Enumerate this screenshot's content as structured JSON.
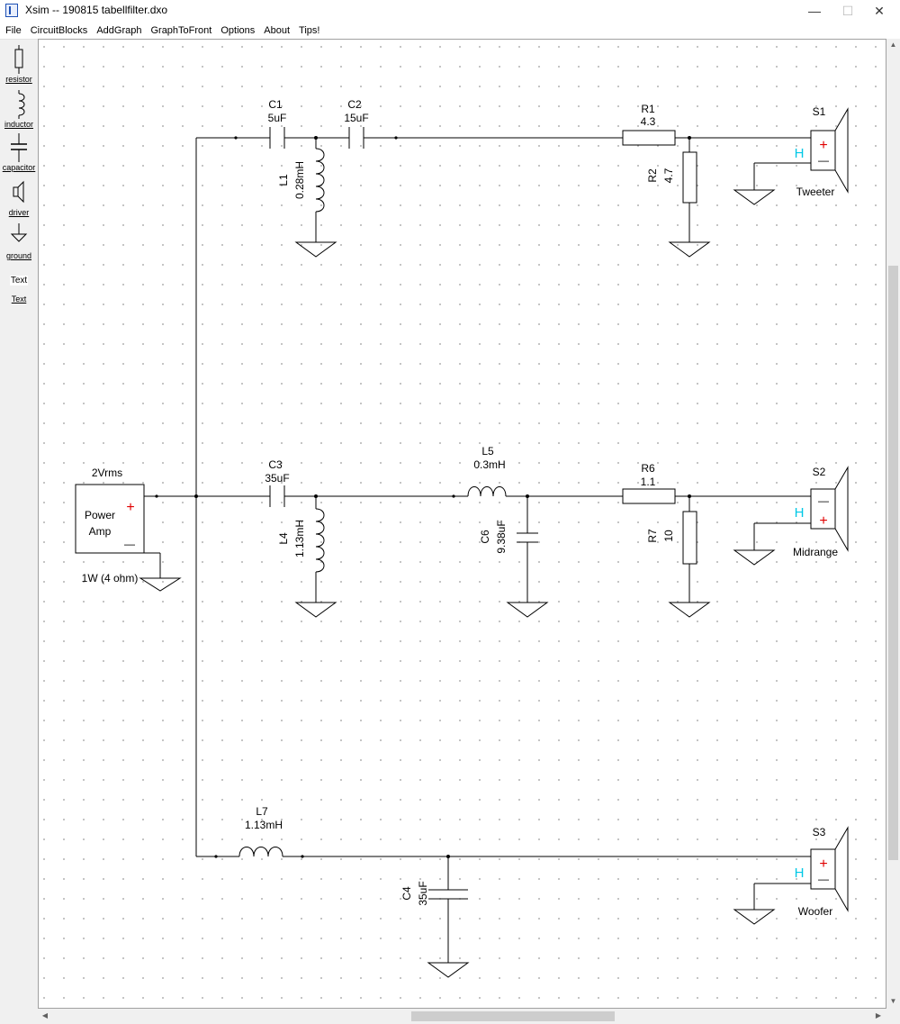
{
  "window": {
    "title": "Xsim -- 190815 tabellfilter.dxo"
  },
  "menu": [
    "File",
    "CircuitBlocks",
    "AddGraph",
    "GraphToFront",
    "Options",
    "About",
    "Tips!"
  ],
  "palette": {
    "resistor": "resistor",
    "inductor": "inductor",
    "capacitor": "capacitor",
    "driver": "driver",
    "ground": "ground",
    "text_sample": "Text",
    "text": "Text"
  },
  "source": {
    "voltage": "2Vrms",
    "line1": "Power",
    "line2": "Amp",
    "power": "1W (4 ohm)"
  },
  "components": {
    "C1": {
      "name": "C1",
      "value": "5uF"
    },
    "C2": {
      "name": "C2",
      "value": "15uF"
    },
    "R1": {
      "name": "R1",
      "value": "4.3"
    },
    "R2": {
      "name": "R2",
      "value": "4.7"
    },
    "L1": {
      "name": "L1",
      "value": "0.28mH"
    },
    "C3": {
      "name": "C3",
      "value": "35uF"
    },
    "L4": {
      "name": "L4",
      "value": "1.13mH"
    },
    "L5": {
      "name": "L5",
      "value": "0.3mH"
    },
    "C6": {
      "name": "C6",
      "value": "9.38uF"
    },
    "R6": {
      "name": "R6",
      "value": "1.1"
    },
    "R7": {
      "name": "R7",
      "value": "10"
    },
    "L7": {
      "name": "L7",
      "value": "1.13mH"
    },
    "C4": {
      "name": "C4",
      "value": "35uF"
    }
  },
  "drivers": {
    "S1": {
      "name": "S1",
      "label": "Tweeter",
      "polarity": "normal"
    },
    "S2": {
      "name": "S2",
      "label": "Midrange",
      "polarity": "inverted"
    },
    "S3": {
      "name": "S3",
      "label": "Woofer",
      "polarity": "normal"
    }
  },
  "symbols": {
    "plus": "+",
    "minus": "—",
    "hot": "H"
  },
  "colors": {
    "plus": "#e00000",
    "hot": "#00c8e6",
    "wire": "#000000",
    "grid_dot": "#9a9a9a"
  }
}
